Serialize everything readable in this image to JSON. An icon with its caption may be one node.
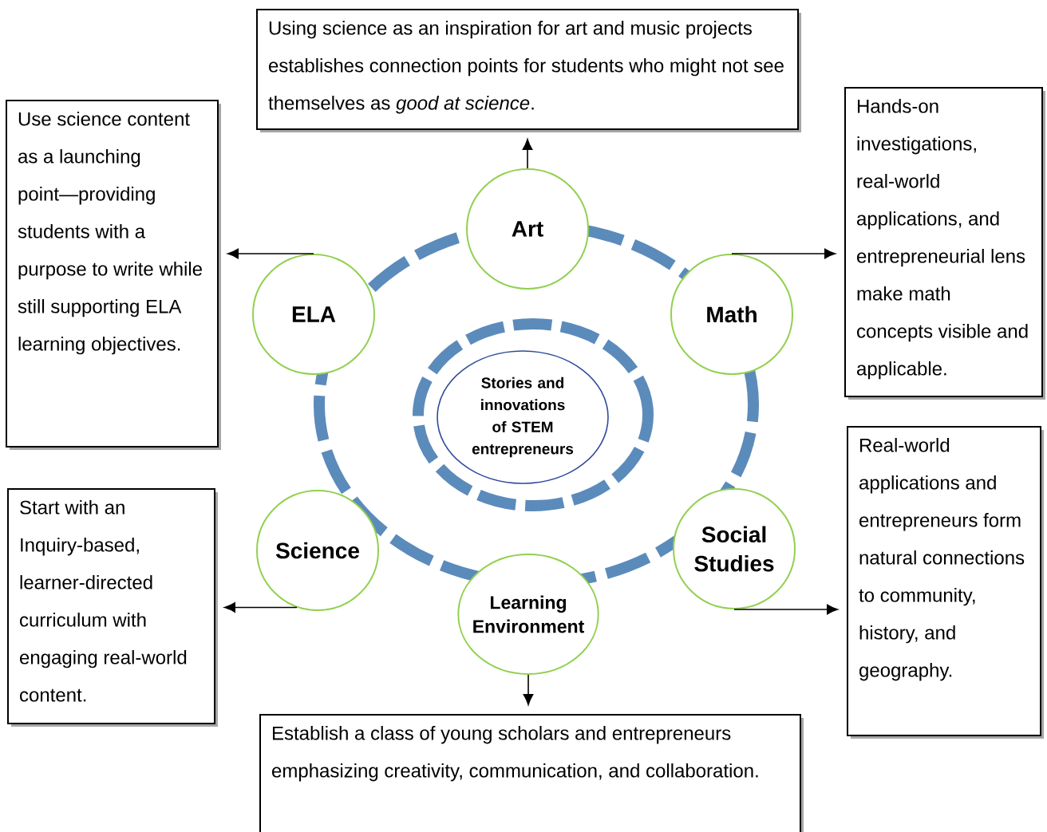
{
  "diagram": {
    "nodes": [
      {
        "text": [
          "Using science as an inspiration for art and music projects establishes connection points for students who might not see themselves as *good at science*."
        ]
      },
      {
        "text": [
          "Use science content as a launching point—providing students with a purpose to write while still supporting ELA learning objectives."
        ]
      },
      {
        "text": [
          "Hands-on investigations, real-world applications, and entrepreneurial lens make math concepts visible and applicable."
        ]
      },
      {
        "text": [
          "Art"
        ]
      },
      {
        "text": [
          "ELA"
        ]
      },
      {
        "text": [
          "Math"
        ]
      },
      {
        "text": [
          "Stories and innovations of STEM entrepreneurs"
        ]
      },
      {
        "text": [
          "Start with an Inquiry-based, learner-directed curriculum with engaging real-world content."
        ]
      },
      {
        "text": [
          "Science"
        ]
      },
      {
        "text": [
          "Social Studies"
        ]
      },
      {
        "text": [
          "Real-world applications and entrepreneurs form natural connections to community, history, and geography."
        ]
      },
      {
        "text": [
          "Learning Environment"
        ]
      },
      {
        "text": [
          "Establish a class of young scholars and entrepreneurs emphasizing creativity, communication, and collaboration."
        ]
      }
    ],
    "edges": [
      {
        "from": 3,
        "to": 0,
        "arrow": "to"
      },
      {
        "from": 4,
        "to": 1,
        "arrow": "to"
      },
      {
        "from": 5,
        "to": 2,
        "arrow": "to"
      },
      {
        "from": 8,
        "to": 7,
        "arrow": "to"
      },
      {
        "from": 9,
        "to": 10,
        "arrow": "to"
      },
      {
        "from": 11,
        "to": 12,
        "arrow": "to"
      }
    ]
  }
}
